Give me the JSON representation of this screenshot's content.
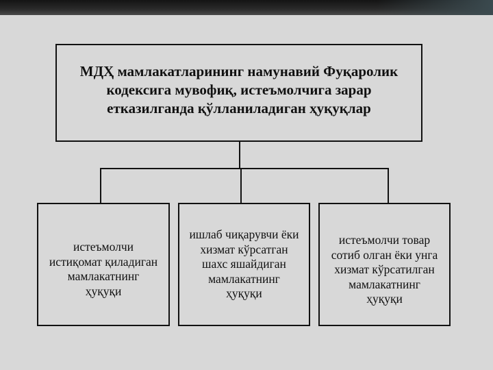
{
  "colors": {
    "background": "#d8d8d8",
    "box_border": "#111111",
    "text": "#111111",
    "topbar": "#1c1c1c"
  },
  "diagram": {
    "root": {
      "text": "МДҲ мамлакатларининг намунавий Фуқаролик\nкодексига мувофиқ, истеъмолчига зарар\nетказилганда қўлланиладиган ҳуқуқлар"
    },
    "children": [
      {
        "text": "истеъмолчи\nистиқомат қиладиган\nмамлакатнинг\nҳуқуқи"
      },
      {
        "text": "ишлаб чиқарувчи ёки\nхизмат кўрсатган\nшахс яшайдиган\nмамлакатнинг\nҳуқуқи"
      },
      {
        "text": "истеъмолчи товар\nсотиб олган ёки унга\nхизмат кўрсатилган\nмамлакатнинг\nҳуқуқи"
      }
    ]
  }
}
